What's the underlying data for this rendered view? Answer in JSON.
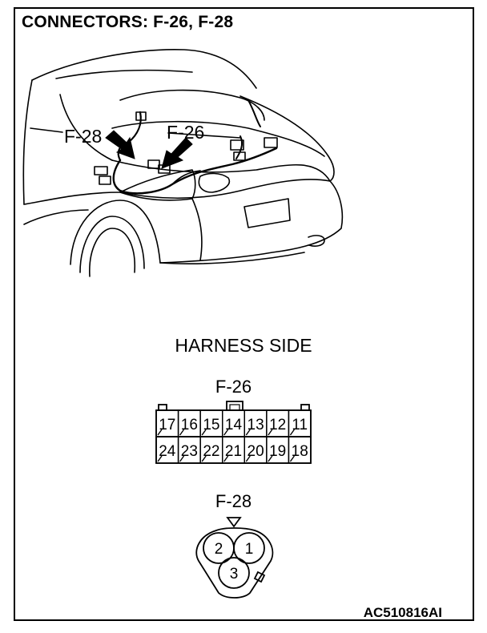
{
  "title": "CONNECTORS: F-26, F-28",
  "car_callouts": {
    "left": "F-28",
    "right": "F-26"
  },
  "harness_side_label": "HARNESS SIDE",
  "connector_f26": {
    "label": "F-26",
    "top_row": [
      "17",
      "16",
      "15",
      "14",
      "13",
      "12",
      "11"
    ],
    "bottom_row": [
      "24",
      "23",
      "22",
      "21",
      "20",
      "19",
      "18"
    ]
  },
  "connector_f28": {
    "label": "F-28",
    "pins": [
      "2",
      "1",
      "3"
    ]
  },
  "figure_code": "AC510816AI"
}
